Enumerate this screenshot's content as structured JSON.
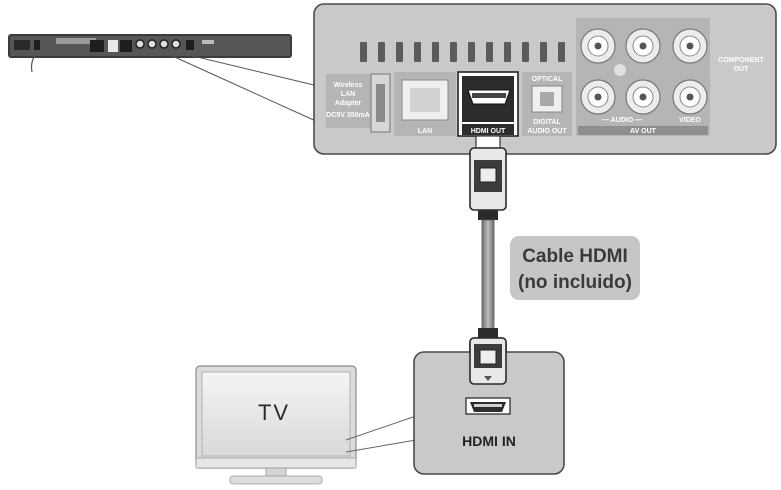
{
  "player_panel": {
    "wireless_label": [
      "Wireless",
      "LAN",
      "Adapter",
      "DC5V 350mA"
    ],
    "lan_label": "LAN",
    "hdmi_out_label": "HDMI OUT",
    "optical_top_label": "OPTICAL",
    "digital_audio_label": [
      "DIGITAL",
      "AUDIO OUT"
    ],
    "component_out_label": [
      "COMPONENT",
      "OUT"
    ],
    "audio_label": "— AUDIO —",
    "video_label": "VIDEO",
    "av_out_label": "AV OUT"
  },
  "cable": {
    "label_line1": "Cable HDMI",
    "label_line2": "(no incluido)"
  },
  "tv": {
    "screen_label": "TV",
    "callout_label": "HDMI IN"
  },
  "colors": {
    "panel_gray": "#c9c9c9",
    "panel_border": "#4a4a4a",
    "cable_gray": "#a0a0a0",
    "label_box": "#c6c6c6",
    "highlight_white": "#ffffff"
  }
}
